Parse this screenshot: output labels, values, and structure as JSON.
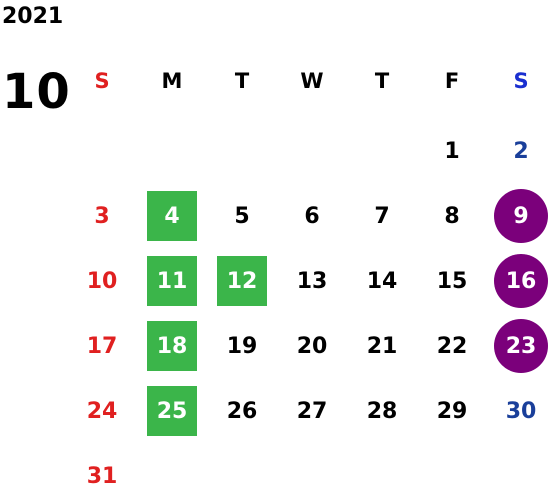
{
  "year": "2021",
  "month": "10",
  "colors": {
    "sunday": "#e02020",
    "saturday": "#1a3f9a",
    "weekday": "#000000",
    "green_highlight": "#3bb54a",
    "purple_highlight": "#7b007b"
  },
  "weekdays": [
    "S",
    "M",
    "T",
    "W",
    "T",
    "F",
    "S"
  ],
  "first_weekday_index": 5,
  "days": [
    {
      "label": "1"
    },
    {
      "label": "2"
    },
    {
      "label": "3"
    },
    {
      "label": "4",
      "highlight": "green"
    },
    {
      "label": "5"
    },
    {
      "label": "6"
    },
    {
      "label": "7"
    },
    {
      "label": "8"
    },
    {
      "label": "9",
      "highlight": "circle"
    },
    {
      "label": "10"
    },
    {
      "label": "11",
      "highlight": "green"
    },
    {
      "label": "12",
      "highlight": "green"
    },
    {
      "label": "13"
    },
    {
      "label": "14"
    },
    {
      "label": "15"
    },
    {
      "label": "16",
      "highlight": "circle"
    },
    {
      "label": "17"
    },
    {
      "label": "18",
      "highlight": "green"
    },
    {
      "label": "19"
    },
    {
      "label": "20"
    },
    {
      "label": "21"
    },
    {
      "label": "22"
    },
    {
      "label": "23",
      "highlight": "circle"
    },
    {
      "label": "24"
    },
    {
      "label": "25",
      "highlight": "green"
    },
    {
      "label": "26"
    },
    {
      "label": "27"
    },
    {
      "label": "28"
    },
    {
      "label": "29"
    },
    {
      "label": "30"
    },
    {
      "label": "31"
    }
  ]
}
